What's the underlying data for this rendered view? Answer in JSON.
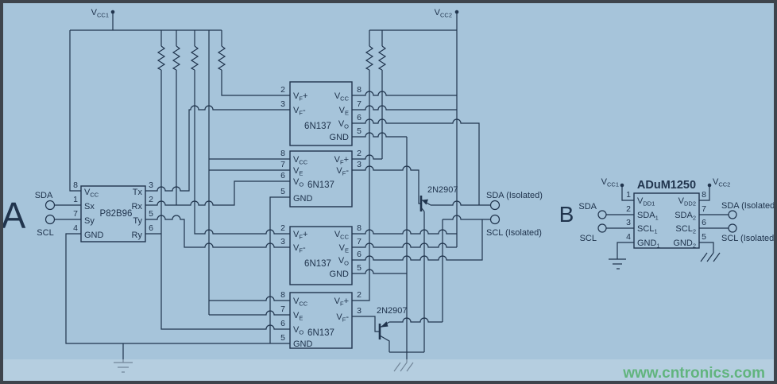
{
  "colors": {
    "bg": "#a6c4da",
    "line": "#20344d",
    "border": "#3e444c",
    "strip": "#c3d7e5",
    "watermark_green": "#53b06d"
  },
  "watermark": "www.cntronics.com",
  "section_a": {
    "label": "A",
    "sda": "SDA",
    "scl": "SCL",
    "sda_iso": "SDA (Isolated)",
    "scl_iso": "SCL (Isolated)",
    "q1": "2N2907",
    "q2": "2N2907"
  },
  "section_b": {
    "label": "B",
    "sda": "SDA",
    "scl": "SCL",
    "sda_iso": "SDA (Isolated)",
    "scl_iso": "SCL (Isolated)"
  },
  "vcc1": {
    "main": "V",
    "sub": "CC1"
  },
  "vcc2": {
    "main": "V",
    "sub": "CC2"
  },
  "p82b96": {
    "name": "P82B96",
    "pins_left": [
      {
        "num": "8",
        "main": "V",
        "sub": "CC"
      },
      {
        "num": "1",
        "main": "Sx"
      },
      {
        "num": "7",
        "main": "Sy"
      },
      {
        "num": "4",
        "main": "GND"
      }
    ],
    "pins_right": [
      {
        "num": "3",
        "main": "Tx"
      },
      {
        "num": "2",
        "main": "Rx"
      },
      {
        "num": "5",
        "main": "Ty"
      },
      {
        "num": "6",
        "main": "Ry"
      }
    ]
  },
  "opto": {
    "name": "6N137",
    "led_pins": [
      {
        "num": "2",
        "main": "V",
        "sub": "F",
        "tail": "+"
      },
      {
        "num": "3",
        "main": "V",
        "sub": "F",
        "tail": "-"
      }
    ],
    "out_pins": [
      {
        "num": "8",
        "main": "V",
        "sub": "CC"
      },
      {
        "num": "7",
        "main": "V",
        "sub": "E"
      },
      {
        "num": "6",
        "main": "V",
        "sub": "O"
      },
      {
        "num": "5",
        "main": "GND"
      }
    ]
  },
  "adum": {
    "name": "ADuM1250",
    "pins_left": [
      {
        "num": "1",
        "main": "V",
        "sub": "DD1"
      },
      {
        "num": "2",
        "main": "SDA",
        "sub": "1"
      },
      {
        "num": "3",
        "main": "SCL",
        "sub": "1"
      },
      {
        "num": "4",
        "main": "GND",
        "sub": "1"
      }
    ],
    "pins_right": [
      {
        "num": "8",
        "main": "V",
        "sub": "DD2"
      },
      {
        "num": "7",
        "main": "SDA",
        "sub": "2"
      },
      {
        "num": "6",
        "main": "SCL",
        "sub": "2"
      },
      {
        "num": "5",
        "main": "GND",
        "sub": "2"
      }
    ]
  }
}
